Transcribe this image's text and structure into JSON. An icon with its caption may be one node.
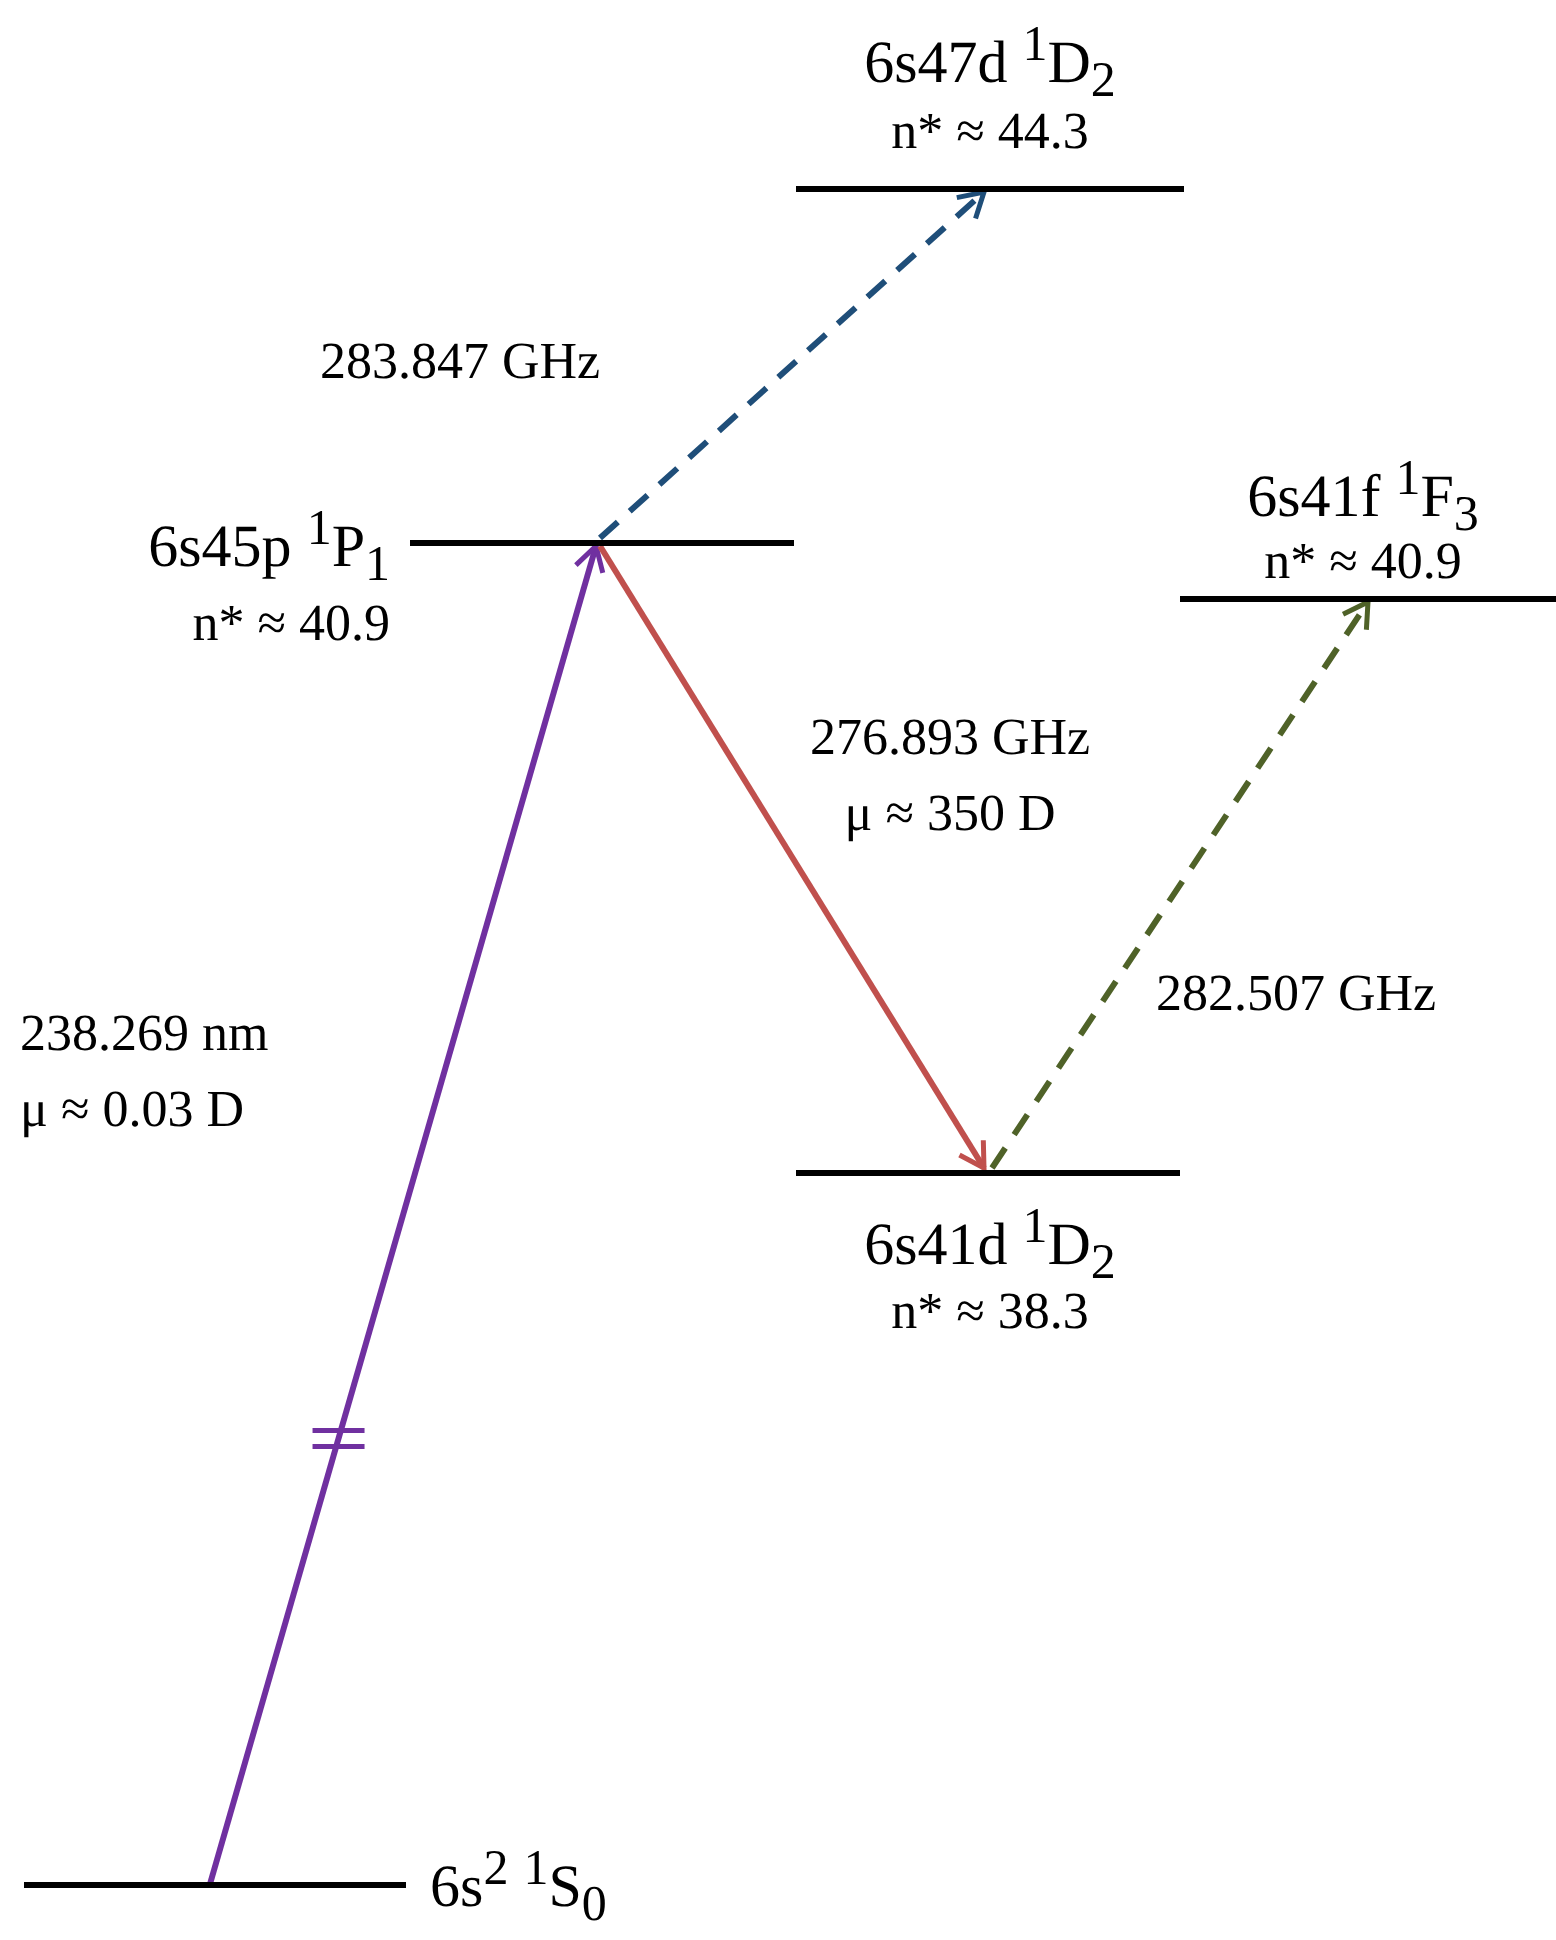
{
  "diagram": {
    "nodes": [
      {
        "text": [
          "6s47d $^{1}$D$_{2}$",
          "n* ≈ 44.3"
        ]
      },
      {
        "text": [
          "6s41f $^{1}$F$_{3}$",
          "n* ≈ 40.9"
        ]
      },
      {
        "text": [
          "6s45p $^{1}$P$_{1}$",
          "n* ≈ 40.9"
        ]
      },
      {
        "text": [
          "6s41d $^{1}$D$_{2}$",
          "n* ≈ 38.3"
        ]
      },
      {
        "text": [
          "6s$^{2}$ $^{1}$S$_{0}$"
        ]
      }
    ],
    "edges": [
      {
        "from": 4,
        "to": 2,
        "arrow": "to",
        "label": "238.269 nm μ ≈ 0.03 D",
        "color": "#7030a0"
      },
      {
        "from": 2,
        "to": 0,
        "arrow": "to",
        "label": "283.847 GHz",
        "style": "dashed",
        "color": "#1f4e79"
      },
      {
        "from": 2,
        "to": 3,
        "arrow": "to",
        "label": "276.893 GHz μ ≈ 350 D",
        "color": "#c0504d"
      },
      {
        "from": 3,
        "to": 1,
        "arrow": "to",
        "label": "282.507 GHz",
        "style": "dashed",
        "color": "#4f6228"
      }
    ]
  }
}
